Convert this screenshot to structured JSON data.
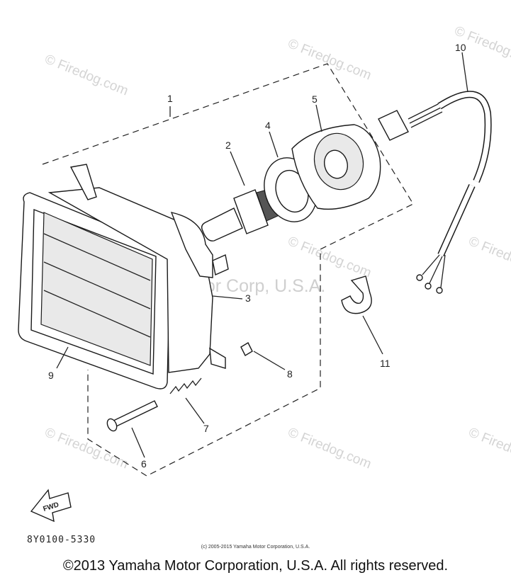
{
  "watermarks": {
    "firedog": "© Firedog.com",
    "firedog_main": "© Firedog.com",
    "yamaha": "Yamaha Motor Corp, U.S.A."
  },
  "callouts": [
    "1",
    "2",
    "3",
    "4",
    "5",
    "6",
    "7",
    "8",
    "9",
    "10",
    "11"
  ],
  "part_code": "8Y0100-5330",
  "fwd_label": "FWD",
  "small_copyright": "(c) 2005-2015 Yamaha Motor Corporation, U.S.A.",
  "main_copyright": "©2013 Yamaha Motor Corporation, U.S.A. All rights reserved."
}
